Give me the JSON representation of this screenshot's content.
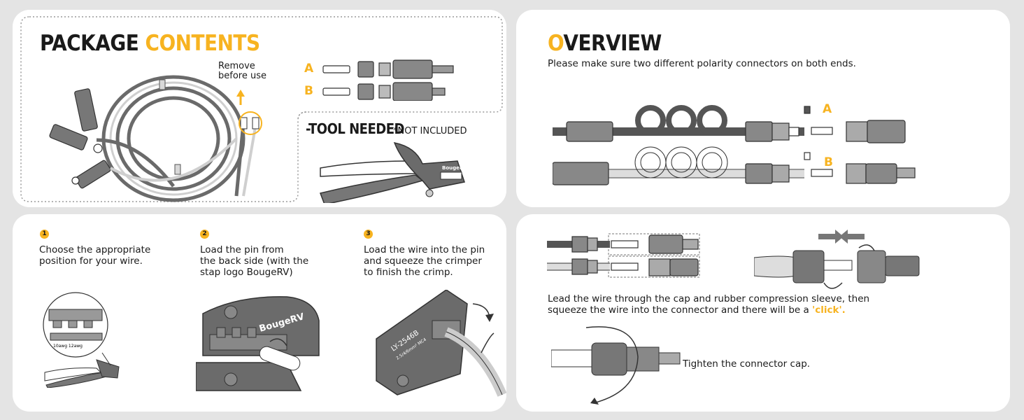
{
  "package": {
    "title_main": "PACKAGE",
    "title_accent": "CONTENTS",
    "remove_line1": "Remove",
    "remove_line2": "before use",
    "label_a": "A",
    "label_b": "B"
  },
  "tool": {
    "title": "-TOOL NEEDED",
    "note": "*NOT INCLUDED",
    "brand": "BougeRV"
  },
  "overview": {
    "title_accent": "O",
    "title_rest": "VERVIEW",
    "description": "Please make sure two different polarity connectors on both ends.",
    "label_a": "A",
    "label_b": "B"
  },
  "steps": [
    {
      "number": "1",
      "text_line1": "Choose the appropriate",
      "text_line2": "position for your wire.",
      "text_line3": ""
    },
    {
      "number": "2",
      "text_line1": "Load the pin from",
      "text_line2": "the back side (with the",
      "text_line3": "stap logo BougeRV)"
    },
    {
      "number": "3",
      "text_line1": "Load the wire into the pin",
      "text_line2": "and squeeze the crimper",
      "text_line3": "to finish the crimp."
    }
  ],
  "step_art": {
    "awg_label": "10awg 12awg",
    "brand": "BougeRV",
    "model": "LY-2546B",
    "model_sub": "2.5/4/6mm² MC4"
  },
  "assembly": {
    "line1": "Lead the wire through the cap and rubber compression sleeve, then",
    "line2_prefix": "squeeze the wire into the connector and there will be a ",
    "line2_highlight": "'click'.",
    "tighten": "Tighten the connector cap."
  },
  "colors": {
    "accent": "#f7b320",
    "panel": "#ffffff",
    "background": "#e4e4e4",
    "ink": "#1a1a1a",
    "tool_gray": "#6b6b6b"
  }
}
